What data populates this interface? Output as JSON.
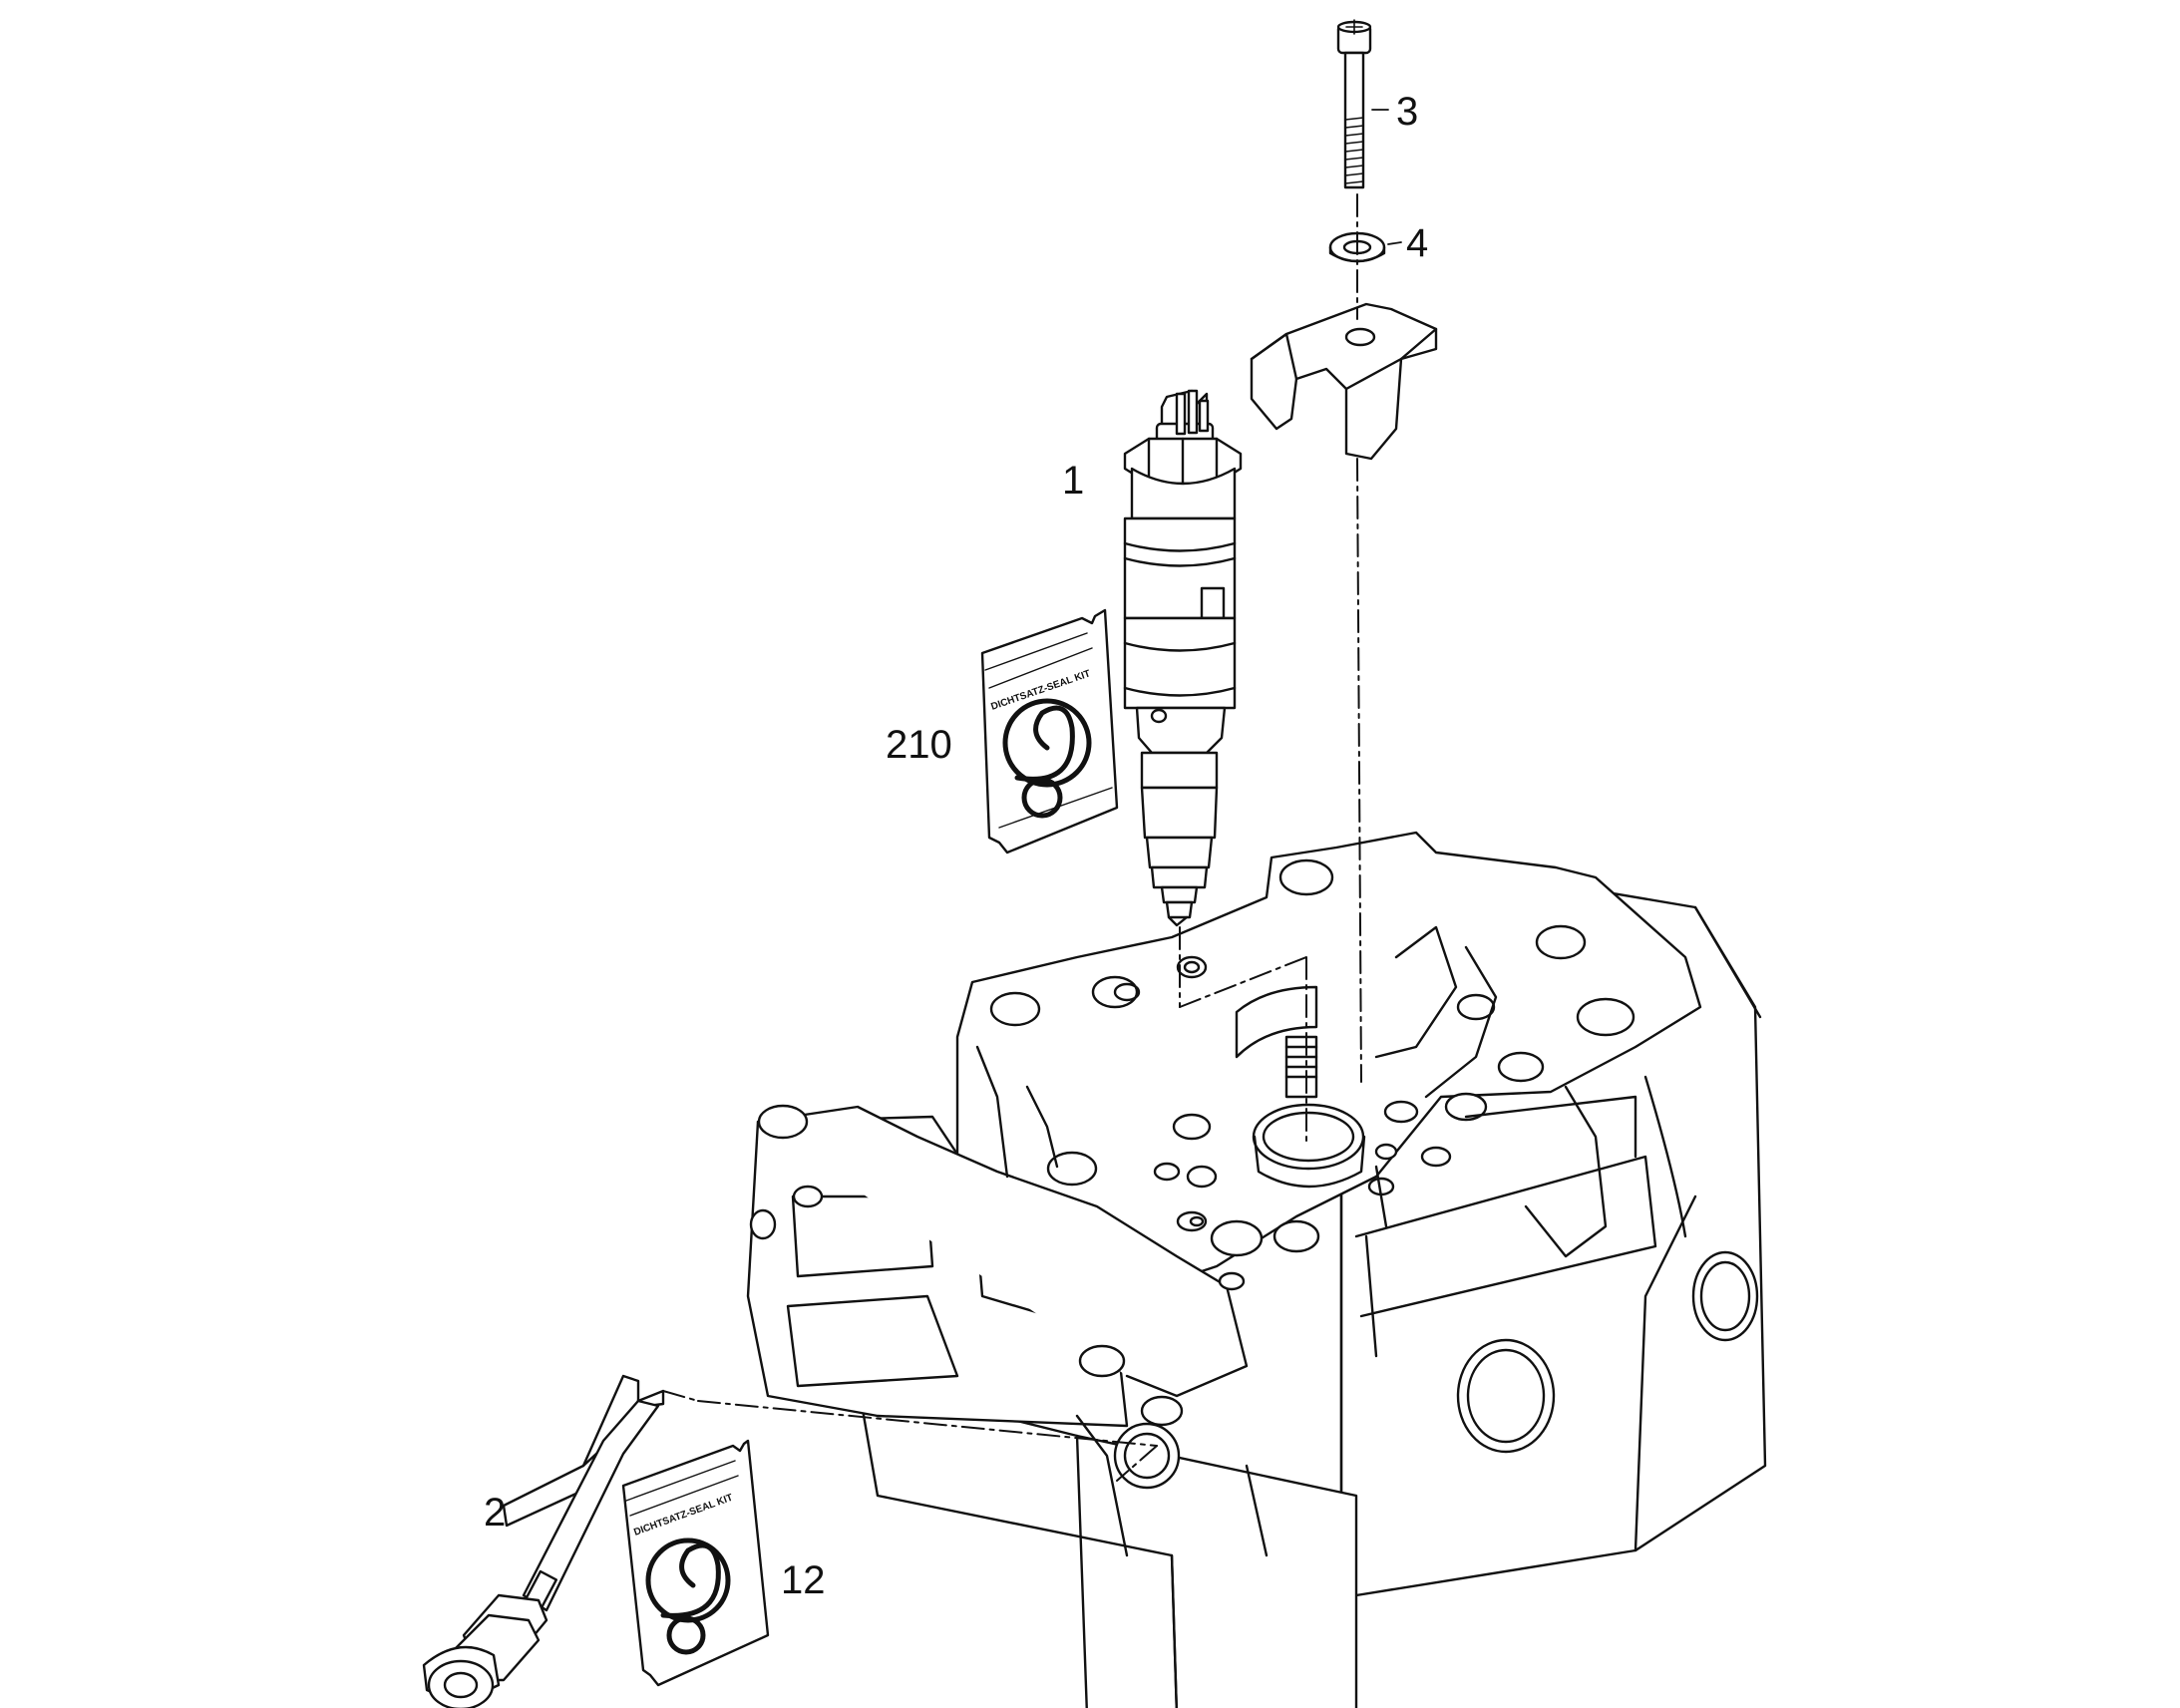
{
  "diagram": {
    "colors": {
      "line": "#111111",
      "background": "#ffffff",
      "fill": "#ffffff"
    },
    "callouts": [
      {
        "id": "injector",
        "label": "1"
      },
      {
        "id": "glow-plug",
        "label": "2"
      },
      {
        "id": "screw",
        "label": "3"
      },
      {
        "id": "washer",
        "label": "4"
      },
      {
        "id": "seal-kit-glow-plug",
        "label": "12"
      },
      {
        "id": "seal-kit-injector",
        "label": "210"
      }
    ],
    "seal_kits": [
      {
        "id": "seal-kit-injector",
        "text": "DICHTSATZ-SEAL KIT"
      },
      {
        "id": "seal-kit-glow-plug",
        "text": "DICHTSATZ-SEAL KIT"
      }
    ]
  }
}
